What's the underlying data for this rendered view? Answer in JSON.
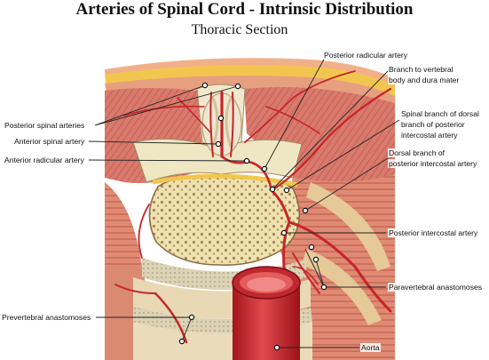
{
  "header": {
    "title": "Arteries of Spinal Cord - Intrinsic Distribution",
    "subtitle": "Thoracic Section"
  },
  "labels": {
    "posterior_radicular_artery": "Posterior radicular artery",
    "branch_vertebral_1": "Branch to vertebral",
    "branch_vertebral_2": "body and dura mater",
    "posterior_spinal_arteries": "Posterior spinal arteries",
    "spinal_branch_1": "Spinal branch of dorsal",
    "spinal_branch_2": "branch of posterior",
    "spinal_branch_3": "intercostal artery",
    "anterior_spinal_artery": "Anterior spinal artery",
    "dorsal_branch_1": "Dorsal branch of",
    "dorsal_branch_2": "posterior intercostal artery",
    "anterior_radicular_artery": "Anterior radicular artery",
    "posterior_intercostal_artery": "Posterior intercostal artery",
    "paravertebral_anastomoses": "Paravertebral anastomoses",
    "prevertebral_anastomoses": "Prevertebral anastomoses",
    "aorta": "Aorta"
  },
  "colors": {
    "artery": "#c8242a",
    "muscle": "#d9776a",
    "bone": "#efe2b0",
    "fat": "#f2c64e",
    "cord": "#efe6cf",
    "leader": "#222222"
  }
}
